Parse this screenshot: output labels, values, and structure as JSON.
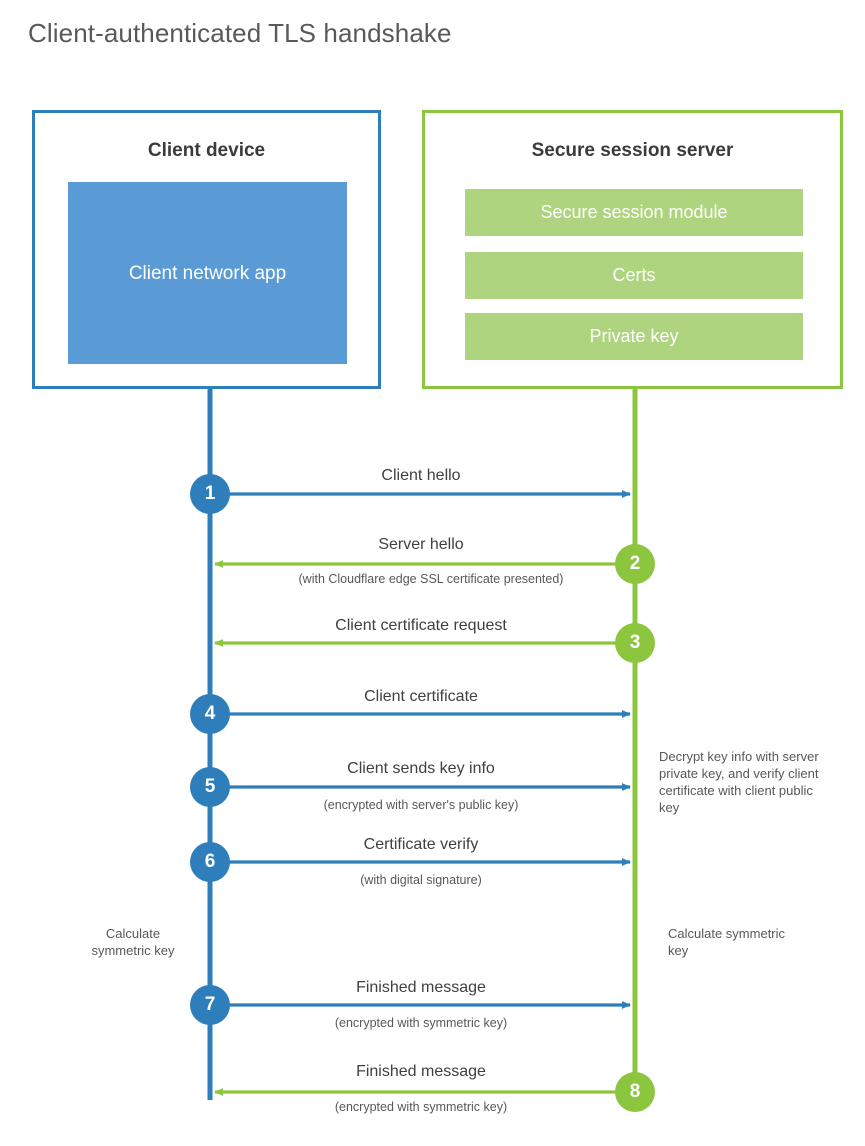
{
  "page": {
    "title": "Client-authenticated TLS handshake"
  },
  "colors": {
    "client_blue": "#2e7ebb",
    "client_app_fill": "#5b9bd5",
    "server_green": "#8cc63f",
    "server_bar_fill": "#aed47f",
    "title_gray": "#59595b",
    "text_gray": "#404040",
    "subtext_gray": "#58585a"
  },
  "client": {
    "title": "Client device",
    "app_label": "Client network app"
  },
  "server": {
    "title": "Secure session server",
    "components": [
      "Secure session module",
      "Certs",
      "Private key"
    ]
  },
  "steps": [
    {
      "number": "1",
      "label": "Client hello",
      "sub": "",
      "direction": "client-to-server",
      "color": "blue"
    },
    {
      "number": "2",
      "label": "Server hello",
      "sub": "(with Cloudflare edge SSL certificate presented)",
      "direction": "server-to-client",
      "color": "green"
    },
    {
      "number": "3",
      "label": "Client certificate request",
      "sub": "",
      "direction": "server-to-client",
      "color": "green"
    },
    {
      "number": "4",
      "label": "Client certificate",
      "sub": "",
      "direction": "client-to-server",
      "color": "blue"
    },
    {
      "number": "5",
      "label": "Client sends key info",
      "sub": "(encrypted with server's public key)",
      "direction": "client-to-server",
      "color": "blue"
    },
    {
      "number": "6",
      "label": "Certificate verify",
      "sub": "(with digital signature)",
      "direction": "client-to-server",
      "color": "blue"
    },
    {
      "number": "7",
      "label": "Finished message",
      "sub": "(encrypted with symmetric key)",
      "direction": "client-to-server",
      "color": "blue"
    },
    {
      "number": "8",
      "label": "Finished message",
      "sub": "(encrypted with symmetric key)",
      "direction": "server-to-client",
      "color": "green"
    }
  ],
  "notes": {
    "server_decrypt": "Decrypt key info with server private key, and verify client certificate with client public key",
    "client_calculate": "Calculate symmetric key",
    "server_calculate": "Calculate symmetric key"
  }
}
